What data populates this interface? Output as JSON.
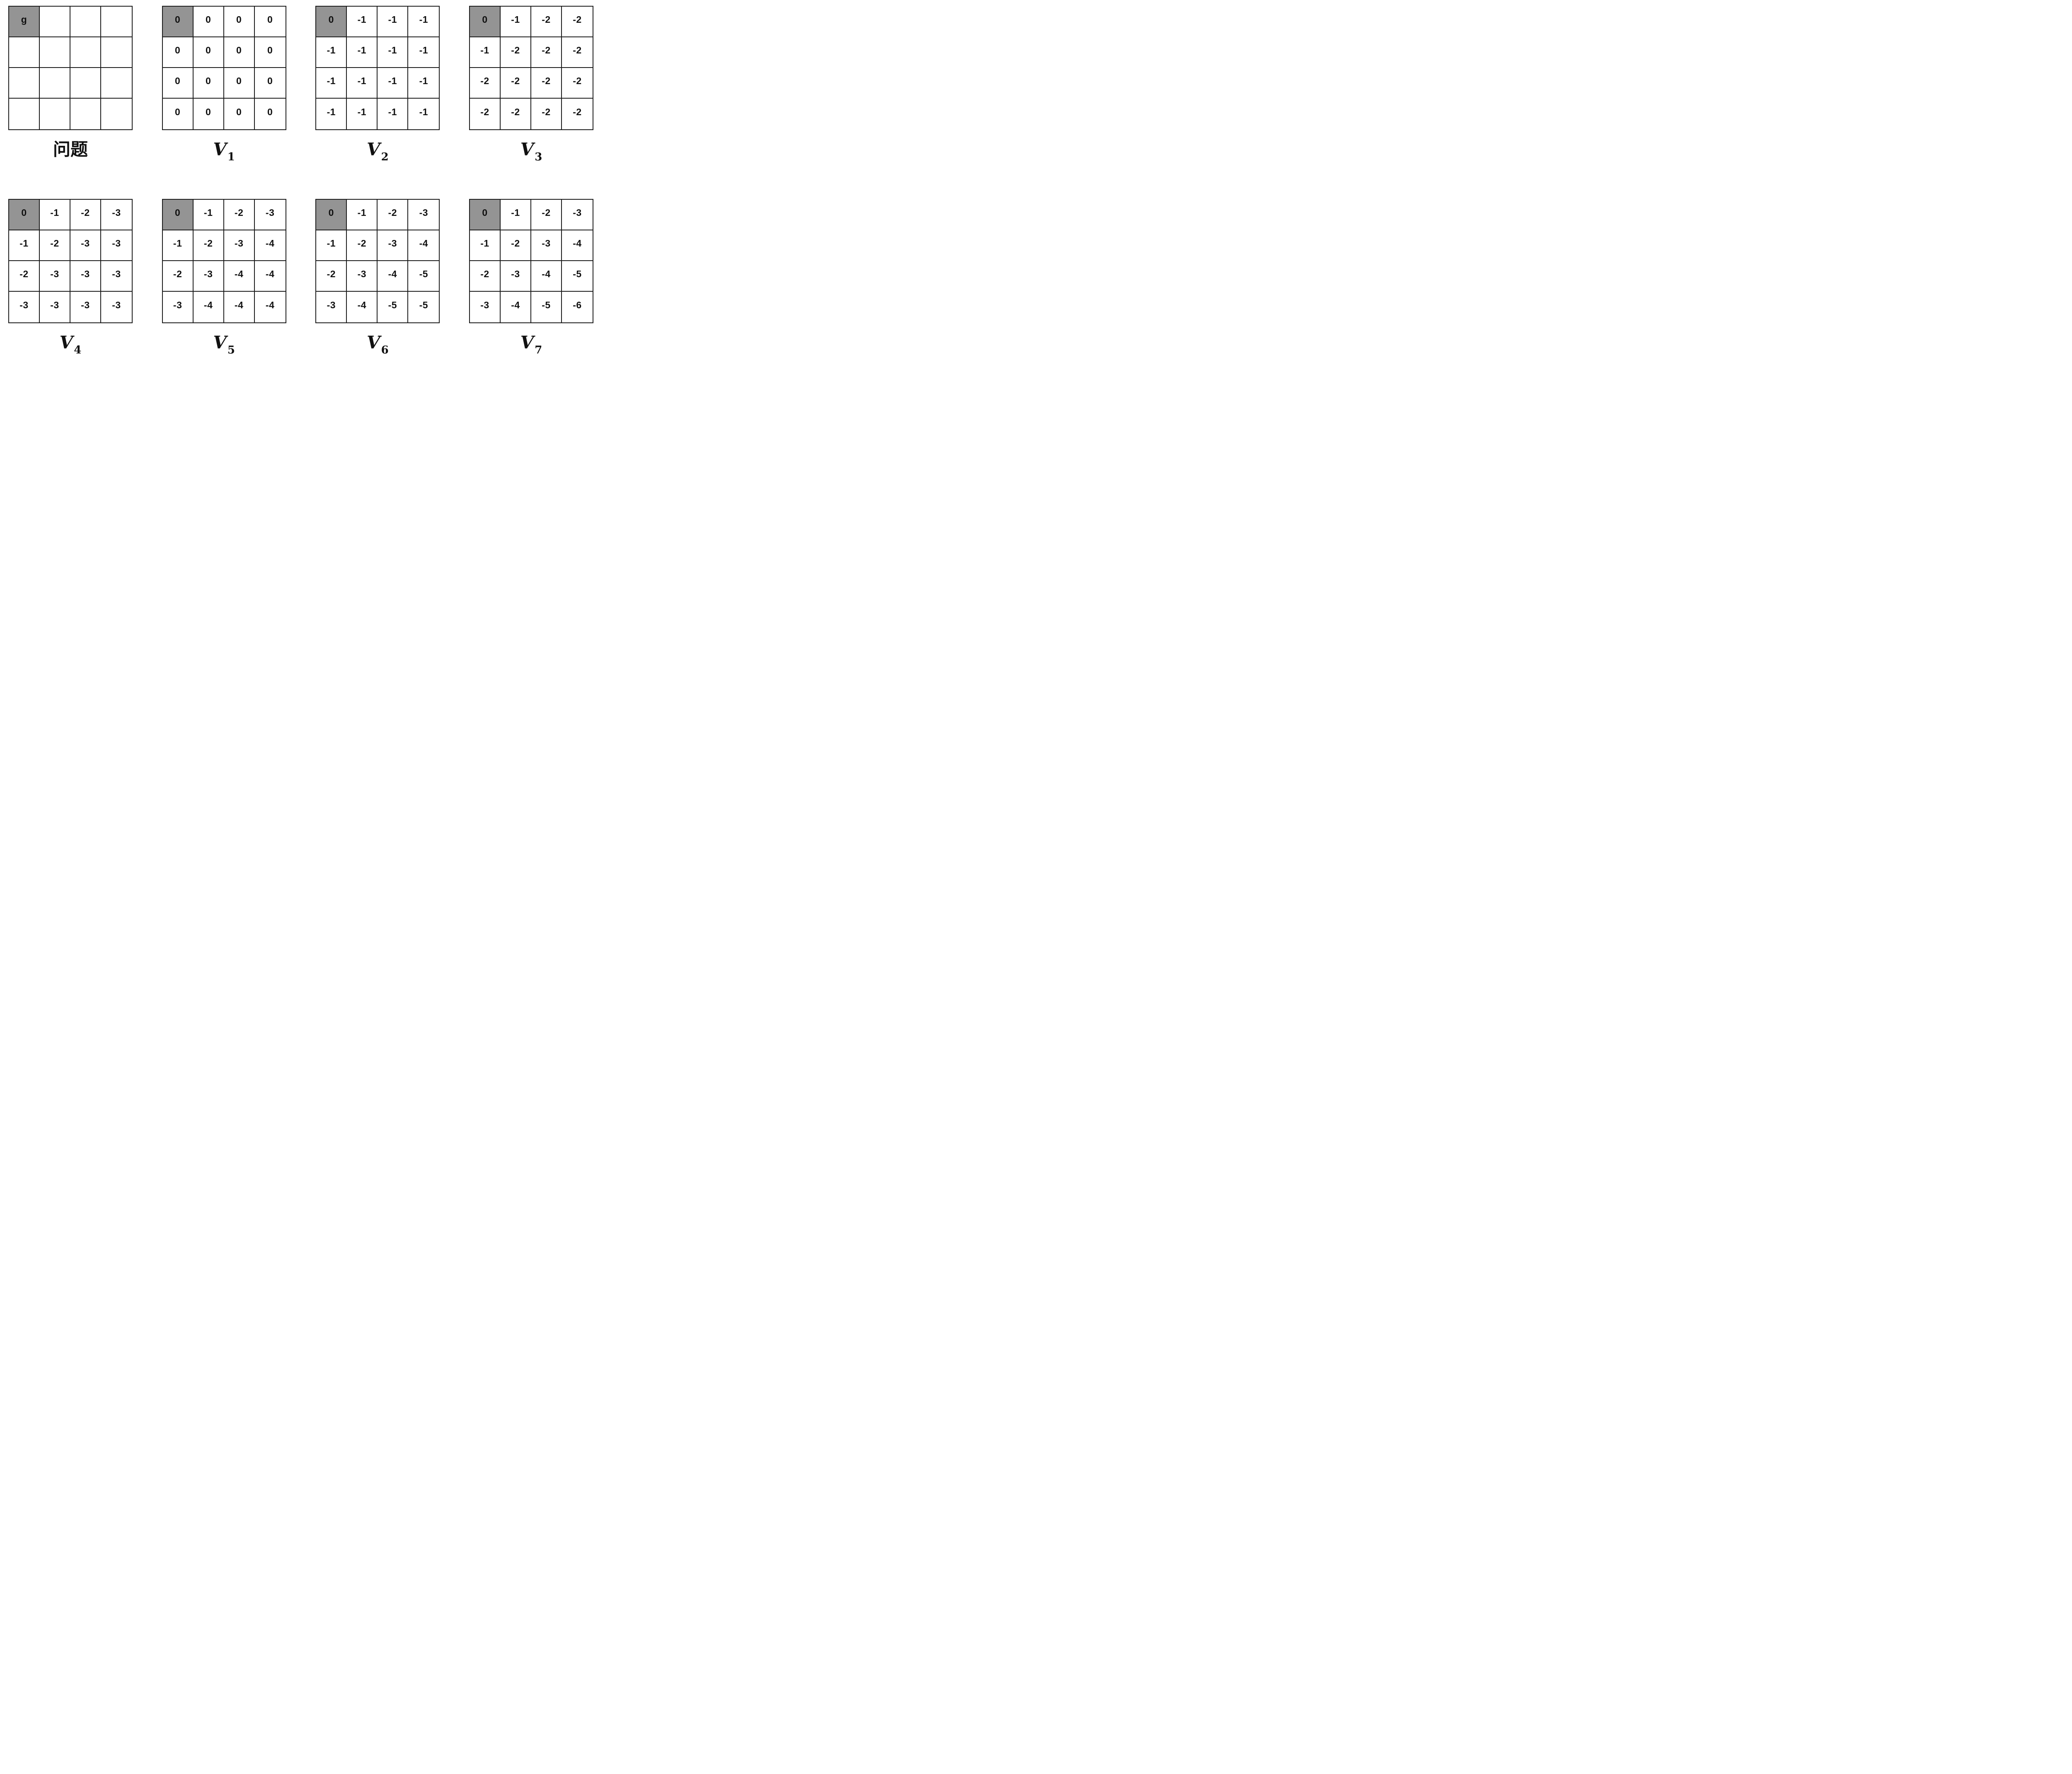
{
  "figure_title": "value-iteration-gridworld",
  "colors": {
    "goal_fill": "#949494",
    "line": "#1a1a1a",
    "text": "#111111",
    "background": "#ffffff"
  },
  "grids": [
    {
      "id": "problem",
      "label": "问题",
      "goal": [
        0,
        0
      ],
      "cells": [
        [
          "g",
          "",
          "",
          ""
        ],
        [
          "",
          "",
          "",
          ""
        ],
        [
          "",
          "",
          "",
          ""
        ],
        [
          "",
          "",
          "",
          ""
        ]
      ]
    },
    {
      "id": "V1",
      "label_base": "V",
      "label_sub": "1",
      "goal": [
        0,
        0
      ],
      "cells": [
        [
          "0",
          "0",
          "0",
          "0"
        ],
        [
          "0",
          "0",
          "0",
          "0"
        ],
        [
          "0",
          "0",
          "0",
          "0"
        ],
        [
          "0",
          "0",
          "0",
          "0"
        ]
      ]
    },
    {
      "id": "V2",
      "label_base": "V",
      "label_sub": "2",
      "goal": [
        0,
        0
      ],
      "cells": [
        [
          "0",
          "-1",
          "-1",
          "-1"
        ],
        [
          "-1",
          "-1",
          "-1",
          "-1"
        ],
        [
          "-1",
          "-1",
          "-1",
          "-1"
        ],
        [
          "-1",
          "-1",
          "-1",
          "-1"
        ]
      ]
    },
    {
      "id": "V3",
      "label_base": "V",
      "label_sub": "3",
      "goal": [
        0,
        0
      ],
      "cells": [
        [
          "0",
          "-1",
          "-2",
          "-2"
        ],
        [
          "-1",
          "-2",
          "-2",
          "-2"
        ],
        [
          "-2",
          "-2",
          "-2",
          "-2"
        ],
        [
          "-2",
          "-2",
          "-2",
          "-2"
        ]
      ]
    },
    {
      "id": "V4",
      "label_base": "V",
      "label_sub": "4",
      "goal": [
        0,
        0
      ],
      "cells": [
        [
          "0",
          "-1",
          "-2",
          "-3"
        ],
        [
          "-1",
          "-2",
          "-3",
          "-3"
        ],
        [
          "-2",
          "-3",
          "-3",
          "-3"
        ],
        [
          "-3",
          "-3",
          "-3",
          "-3"
        ]
      ]
    },
    {
      "id": "V5",
      "label_base": "V",
      "label_sub": "5",
      "goal": [
        0,
        0
      ],
      "cells": [
        [
          "0",
          "-1",
          "-2",
          "-3"
        ],
        [
          "-1",
          "-2",
          "-3",
          "-4"
        ],
        [
          "-2",
          "-3",
          "-4",
          "-4"
        ],
        [
          "-3",
          "-4",
          "-4",
          "-4"
        ]
      ]
    },
    {
      "id": "V6",
      "label_base": "V",
      "label_sub": "6",
      "goal": [
        0,
        0
      ],
      "cells": [
        [
          "0",
          "-1",
          "-2",
          "-3"
        ],
        [
          "-1",
          "-2",
          "-3",
          "-4"
        ],
        [
          "-2",
          "-3",
          "-4",
          "-5"
        ],
        [
          "-3",
          "-4",
          "-5",
          "-5"
        ]
      ]
    },
    {
      "id": "V7",
      "label_base": "V",
      "label_sub": "7",
      "goal": [
        0,
        0
      ],
      "cells": [
        [
          "0",
          "-1",
          "-2",
          "-3"
        ],
        [
          "-1",
          "-2",
          "-3",
          "-4"
        ],
        [
          "-2",
          "-3",
          "-4",
          "-5"
        ],
        [
          "-3",
          "-4",
          "-5",
          "-6"
        ]
      ]
    }
  ]
}
